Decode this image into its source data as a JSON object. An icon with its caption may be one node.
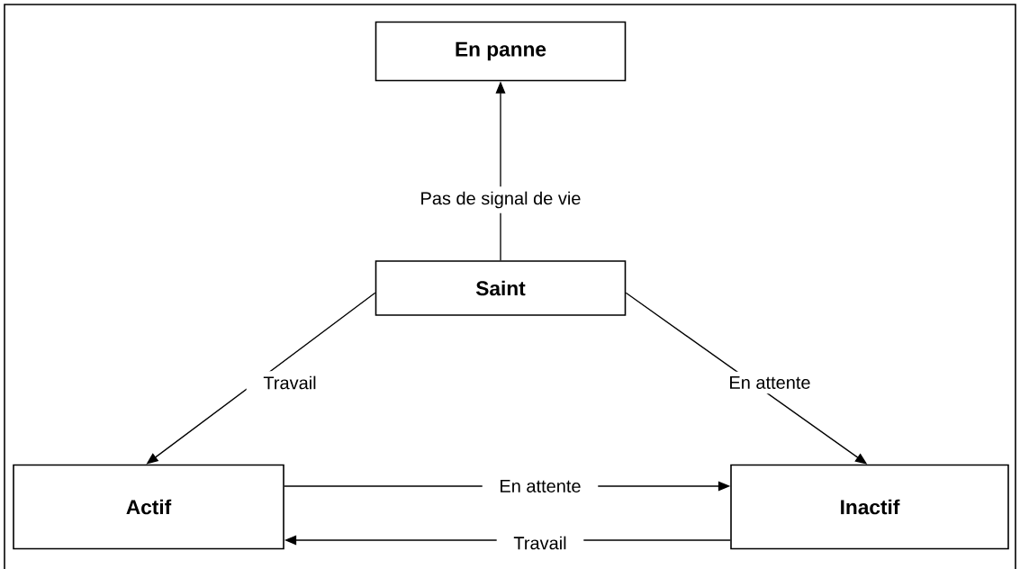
{
  "diagram": {
    "nodes": [
      {
        "text": [
          "En panne"
        ]
      },
      {
        "text": [
          "Saint"
        ]
      },
      {
        "text": [
          "Actif"
        ]
      },
      {
        "text": [
          "Inactif"
        ]
      }
    ],
    "edges": [
      {
        "from": 1,
        "to": 0,
        "arrow": "to",
        "label": "Pas de signal de vie"
      },
      {
        "from": 1,
        "to": 2,
        "arrow": "to",
        "label": "Travail"
      },
      {
        "from": 1,
        "to": 3,
        "arrow": "to",
        "label": "En attente"
      },
      {
        "from": 2,
        "to": 3,
        "arrow": "to",
        "label": "En attente"
      },
      {
        "from": 3,
        "to": 2,
        "arrow": "to",
        "label": "Travail"
      }
    ]
  }
}
